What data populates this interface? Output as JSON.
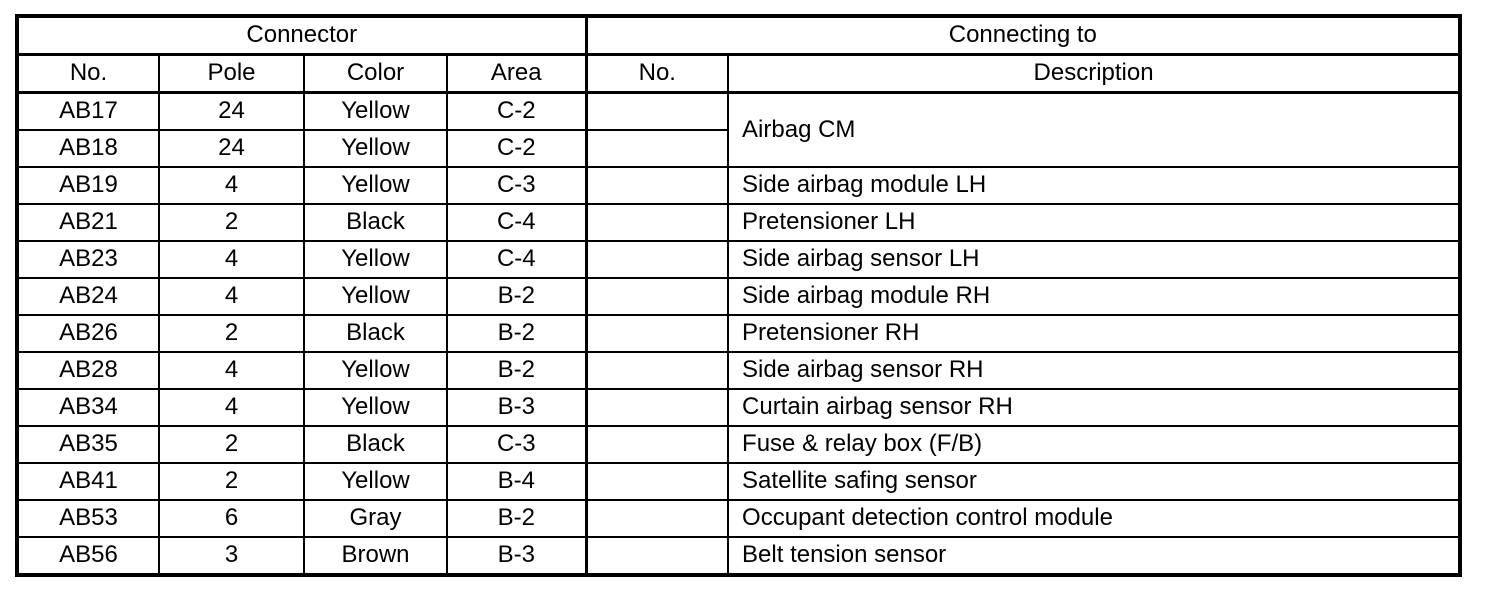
{
  "table": {
    "header_groups": {
      "connector": "Connector",
      "connecting_to": "Connecting to"
    },
    "columns": {
      "no": "No.",
      "pole": "Pole",
      "color": "Color",
      "area": "Area",
      "to_no": "No.",
      "description": "Description"
    },
    "rows": [
      {
        "no": "AB17",
        "pole": "24",
        "color": "Yellow",
        "area": "C-2",
        "to_no": "",
        "description": "Airbag CM"
      },
      {
        "no": "AB18",
        "pole": "24",
        "color": "Yellow",
        "area": "C-2",
        "to_no": ""
      },
      {
        "no": "AB19",
        "pole": "4",
        "color": "Yellow",
        "area": "C-3",
        "to_no": "",
        "description": "Side airbag module LH"
      },
      {
        "no": "AB21",
        "pole": "2",
        "color": "Black",
        "area": "C-4",
        "to_no": "",
        "description": "Pretensioner LH"
      },
      {
        "no": "AB23",
        "pole": "4",
        "color": "Yellow",
        "area": "C-4",
        "to_no": "",
        "description": "Side airbag sensor LH"
      },
      {
        "no": "AB24",
        "pole": "4",
        "color": "Yellow",
        "area": "B-2",
        "to_no": "",
        "description": "Side airbag module RH"
      },
      {
        "no": "AB26",
        "pole": "2",
        "color": "Black",
        "area": "B-2",
        "to_no": "",
        "description": "Pretensioner RH"
      },
      {
        "no": "AB28",
        "pole": "4",
        "color": "Yellow",
        "area": "B-2",
        "to_no": "",
        "description": "Side airbag sensor RH"
      },
      {
        "no": "AB34",
        "pole": "4",
        "color": "Yellow",
        "area": "B-3",
        "to_no": "",
        "description": "Curtain airbag sensor RH"
      },
      {
        "no": "AB35",
        "pole": "2",
        "color": "Black",
        "area": "C-3",
        "to_no": "",
        "description": "Fuse & relay box (F/B)"
      },
      {
        "no": "AB41",
        "pole": "2",
        "color": "Yellow",
        "area": "B-4",
        "to_no": "",
        "description": "Satellite safing sensor"
      },
      {
        "no": "AB53",
        "pole": "6",
        "color": "Gray",
        "area": "B-2",
        "to_no": "",
        "description": "Occupant detection control module"
      },
      {
        "no": "AB56",
        "pole": "3",
        "color": "Brown",
        "area": "B-3",
        "to_no": "",
        "description": "Belt tension sensor"
      }
    ],
    "colors": {
      "border": "#000000",
      "background": "#ffffff",
      "text": "#000000"
    }
  }
}
